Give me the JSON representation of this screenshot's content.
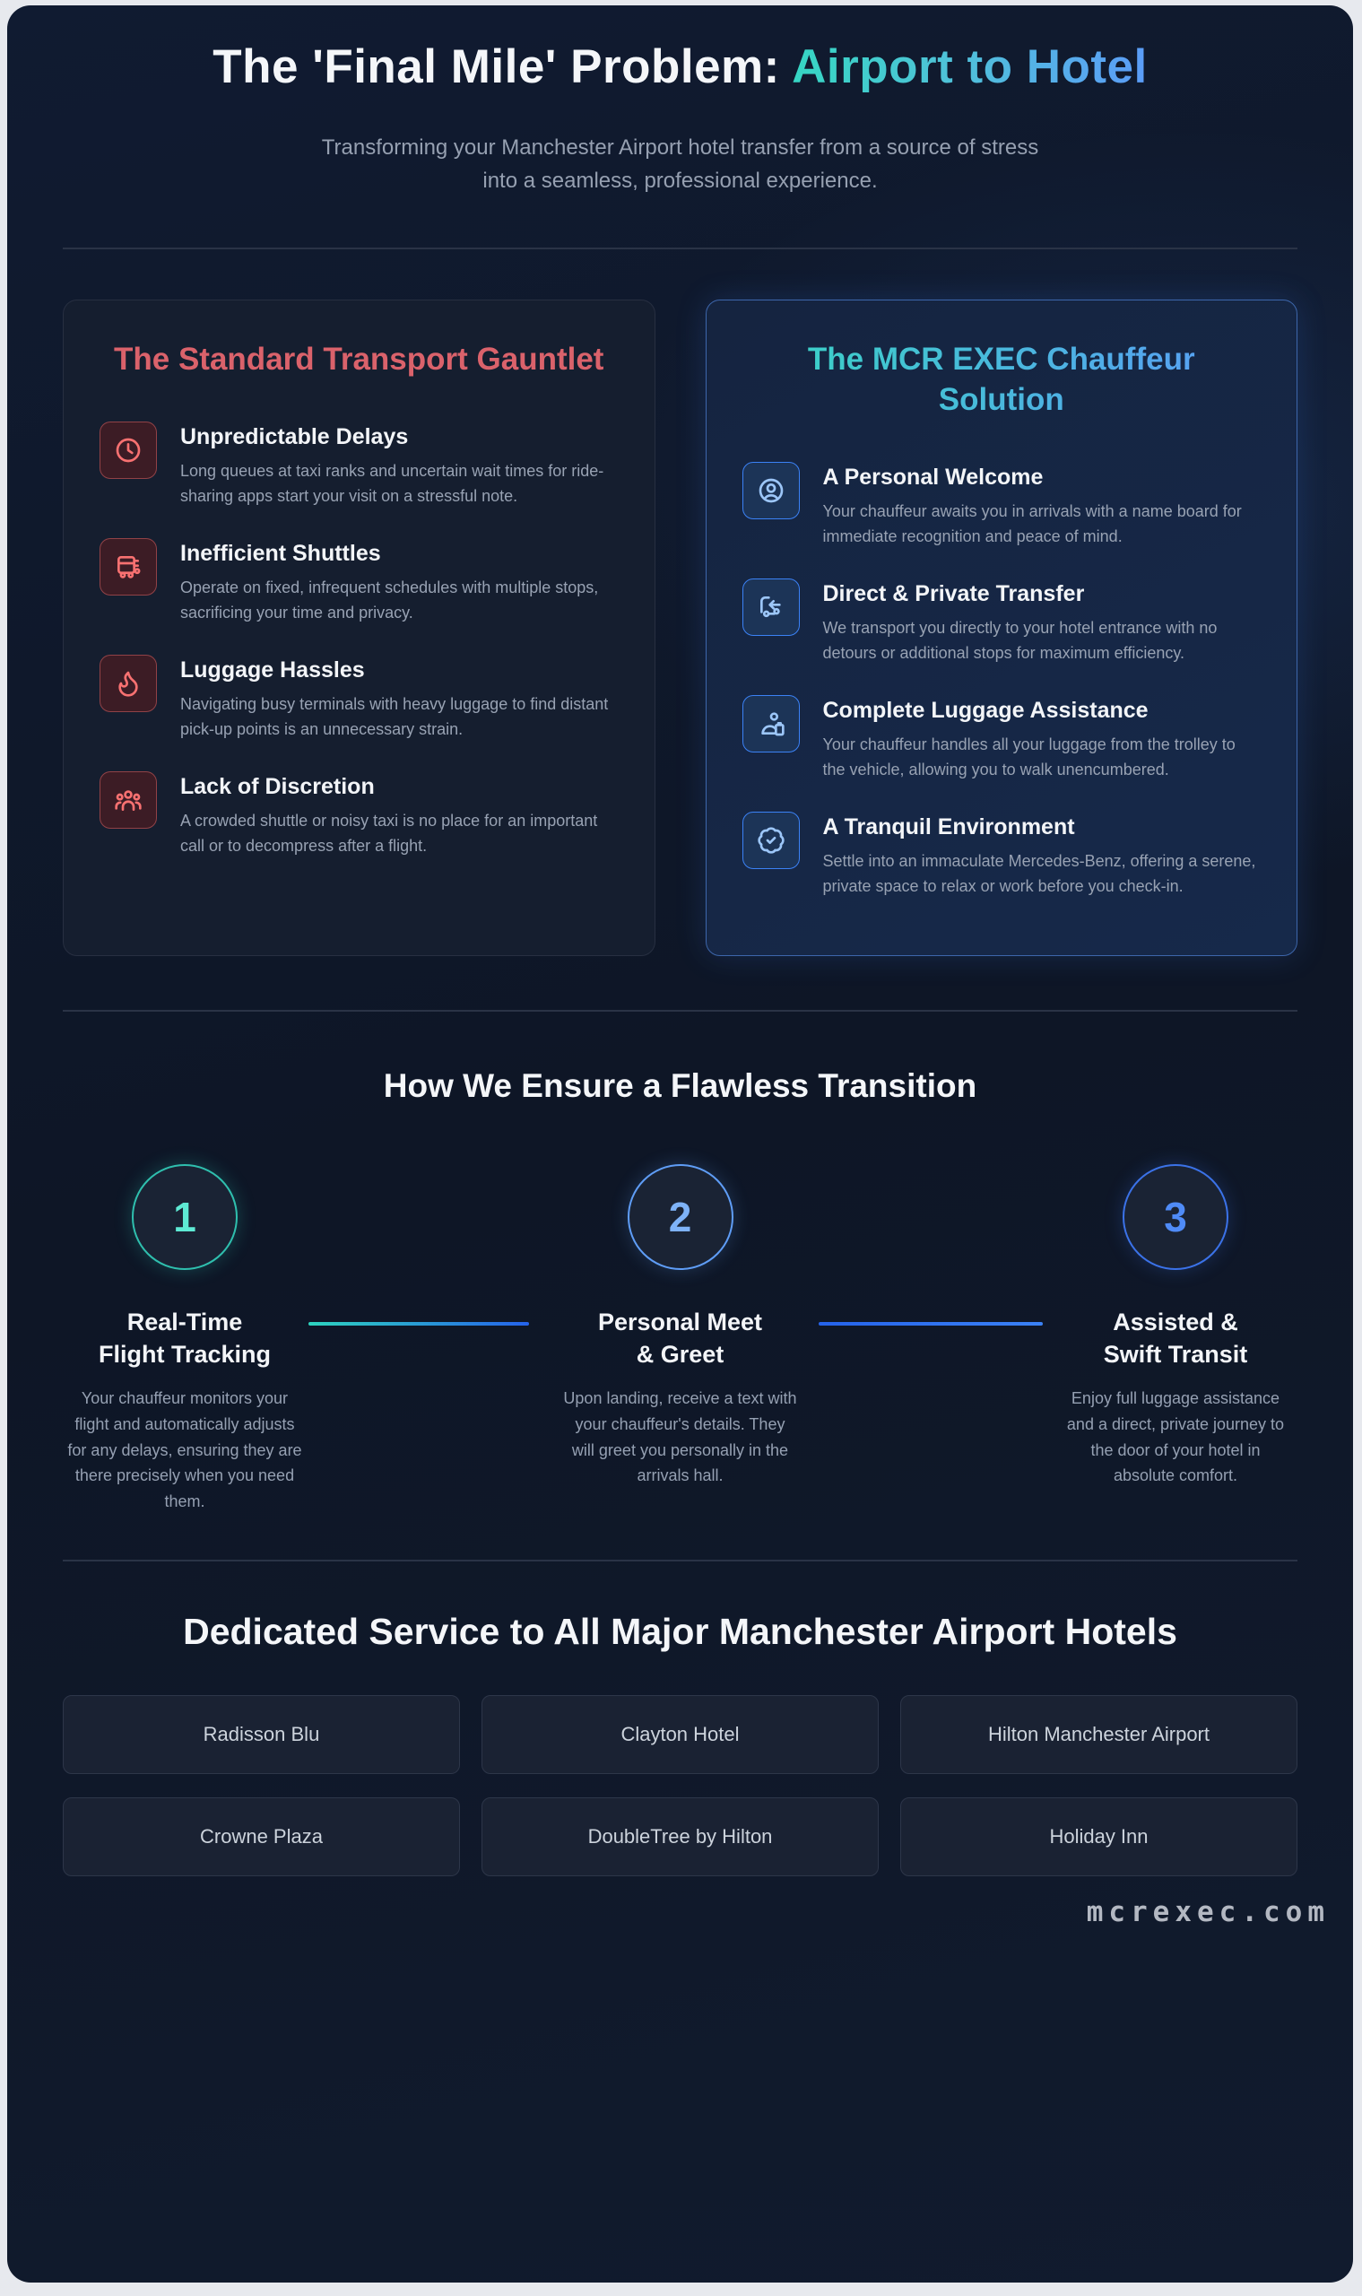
{
  "hero": {
    "title_prefix": "The 'Final Mile' Problem: ",
    "title_accent": "Airport to Hotel",
    "subtitle": "Transforming your Manchester Airport hotel transfer from a source of stress into a seamless, professional experience."
  },
  "problem_card": {
    "title": "The Standard Transport Gauntlet",
    "items": [
      {
        "icon": "clock-icon",
        "title": "Unpredictable Delays",
        "description": "Long queues at taxi ranks and uncertain wait times for ride-sharing apps start your visit on a stressful note."
      },
      {
        "icon": "shuttle-bus-icon",
        "title": "Inefficient Shuttles",
        "description": "Operate on fixed, infrequent schedules with multiple stops, sacrificing your time and privacy."
      },
      {
        "icon": "flame-icon",
        "title": "Luggage Hassles",
        "description": "Navigating busy terminals with heavy luggage to find distant pick-up points is an unnecessary strain."
      },
      {
        "icon": "crowd-icon",
        "title": "Lack of Discretion",
        "description": "A crowded shuttle or noisy taxi is no place for an important call or to decompress after a flight."
      }
    ]
  },
  "solution_card": {
    "title": "The MCR EXEC Chauffeur Solution",
    "items": [
      {
        "icon": "person-circle-icon",
        "title": "A Personal Welcome",
        "description": "Your chauffeur awaits you in arrivals with a name board for immediate recognition and peace of mind."
      },
      {
        "icon": "car-transfer-icon",
        "title": "Direct & Private Transfer",
        "description": "We transport you directly to your hotel entrance with no detours or additional stops for maximum efficiency."
      },
      {
        "icon": "porter-luggage-icon",
        "title": "Complete Luggage Assistance",
        "description": "Your chauffeur handles all your luggage from the trolley to the vehicle, allowing you to walk unencumbered."
      },
      {
        "icon": "badge-check-icon",
        "title": "A Tranquil Environment",
        "description": "Settle into an immaculate Mercedes-Benz, offering a serene, private space to relax or work before you check-in."
      }
    ]
  },
  "process": {
    "title": "How We Ensure a Flawless Transition",
    "steps": [
      {
        "number": "1",
        "title": "Real-Time Flight Tracking",
        "description": "Your chauffeur monitors your flight and automatically adjusts for any delays, ensuring they are there precisely when you need them."
      },
      {
        "number": "2",
        "title": "Personal Meet & Greet",
        "description": "Upon landing, receive a text with your chauffeur's details. They will greet you personally in the arrivals hall."
      },
      {
        "number": "3",
        "title": "Assisted & Swift Transit",
        "description": "Enjoy full luggage assistance and a direct, private journey to the door of your hotel in absolute comfort."
      }
    ]
  },
  "hotels": {
    "title": "Dedicated Service to All Major Manchester Airport Hotels",
    "names": [
      "Radisson Blu",
      "Clayton Hotel",
      "Hilton Manchester Airport",
      "Crowne Plaza",
      "DoubleTree by Hilton",
      "Holiday Inn"
    ]
  },
  "footer": {
    "brand": "mcrexec.com"
  },
  "colors": {
    "accent_teal": "#2dd4bf",
    "accent_blue": "#3b82f6",
    "danger_red": "#f87171",
    "page_light": "#e7e9ee",
    "poster_navy": "#0f1828"
  }
}
